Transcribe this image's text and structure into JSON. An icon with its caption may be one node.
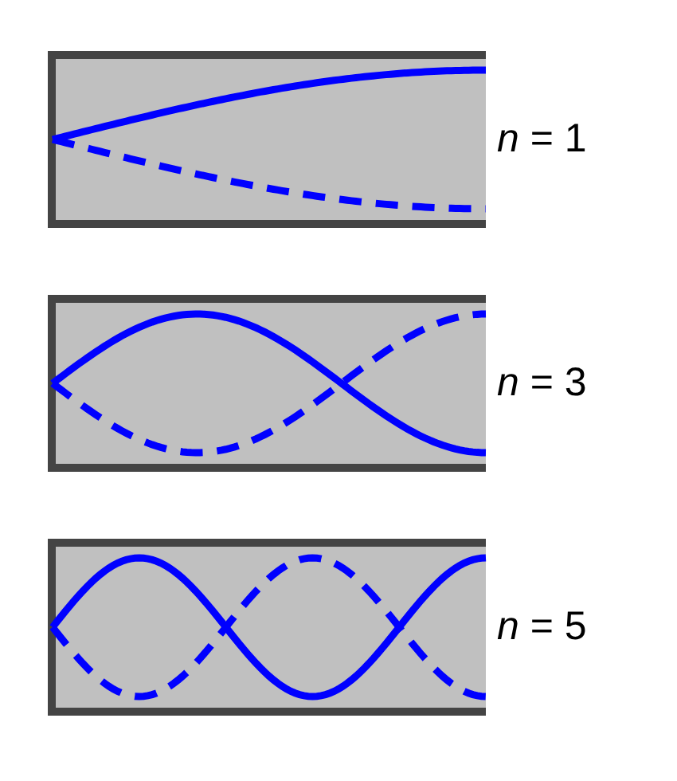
{
  "diagram": {
    "labels": [
      "*n* = 1",
      "*n* = 3",
      "*n* = 5"
    ]
  }
}
